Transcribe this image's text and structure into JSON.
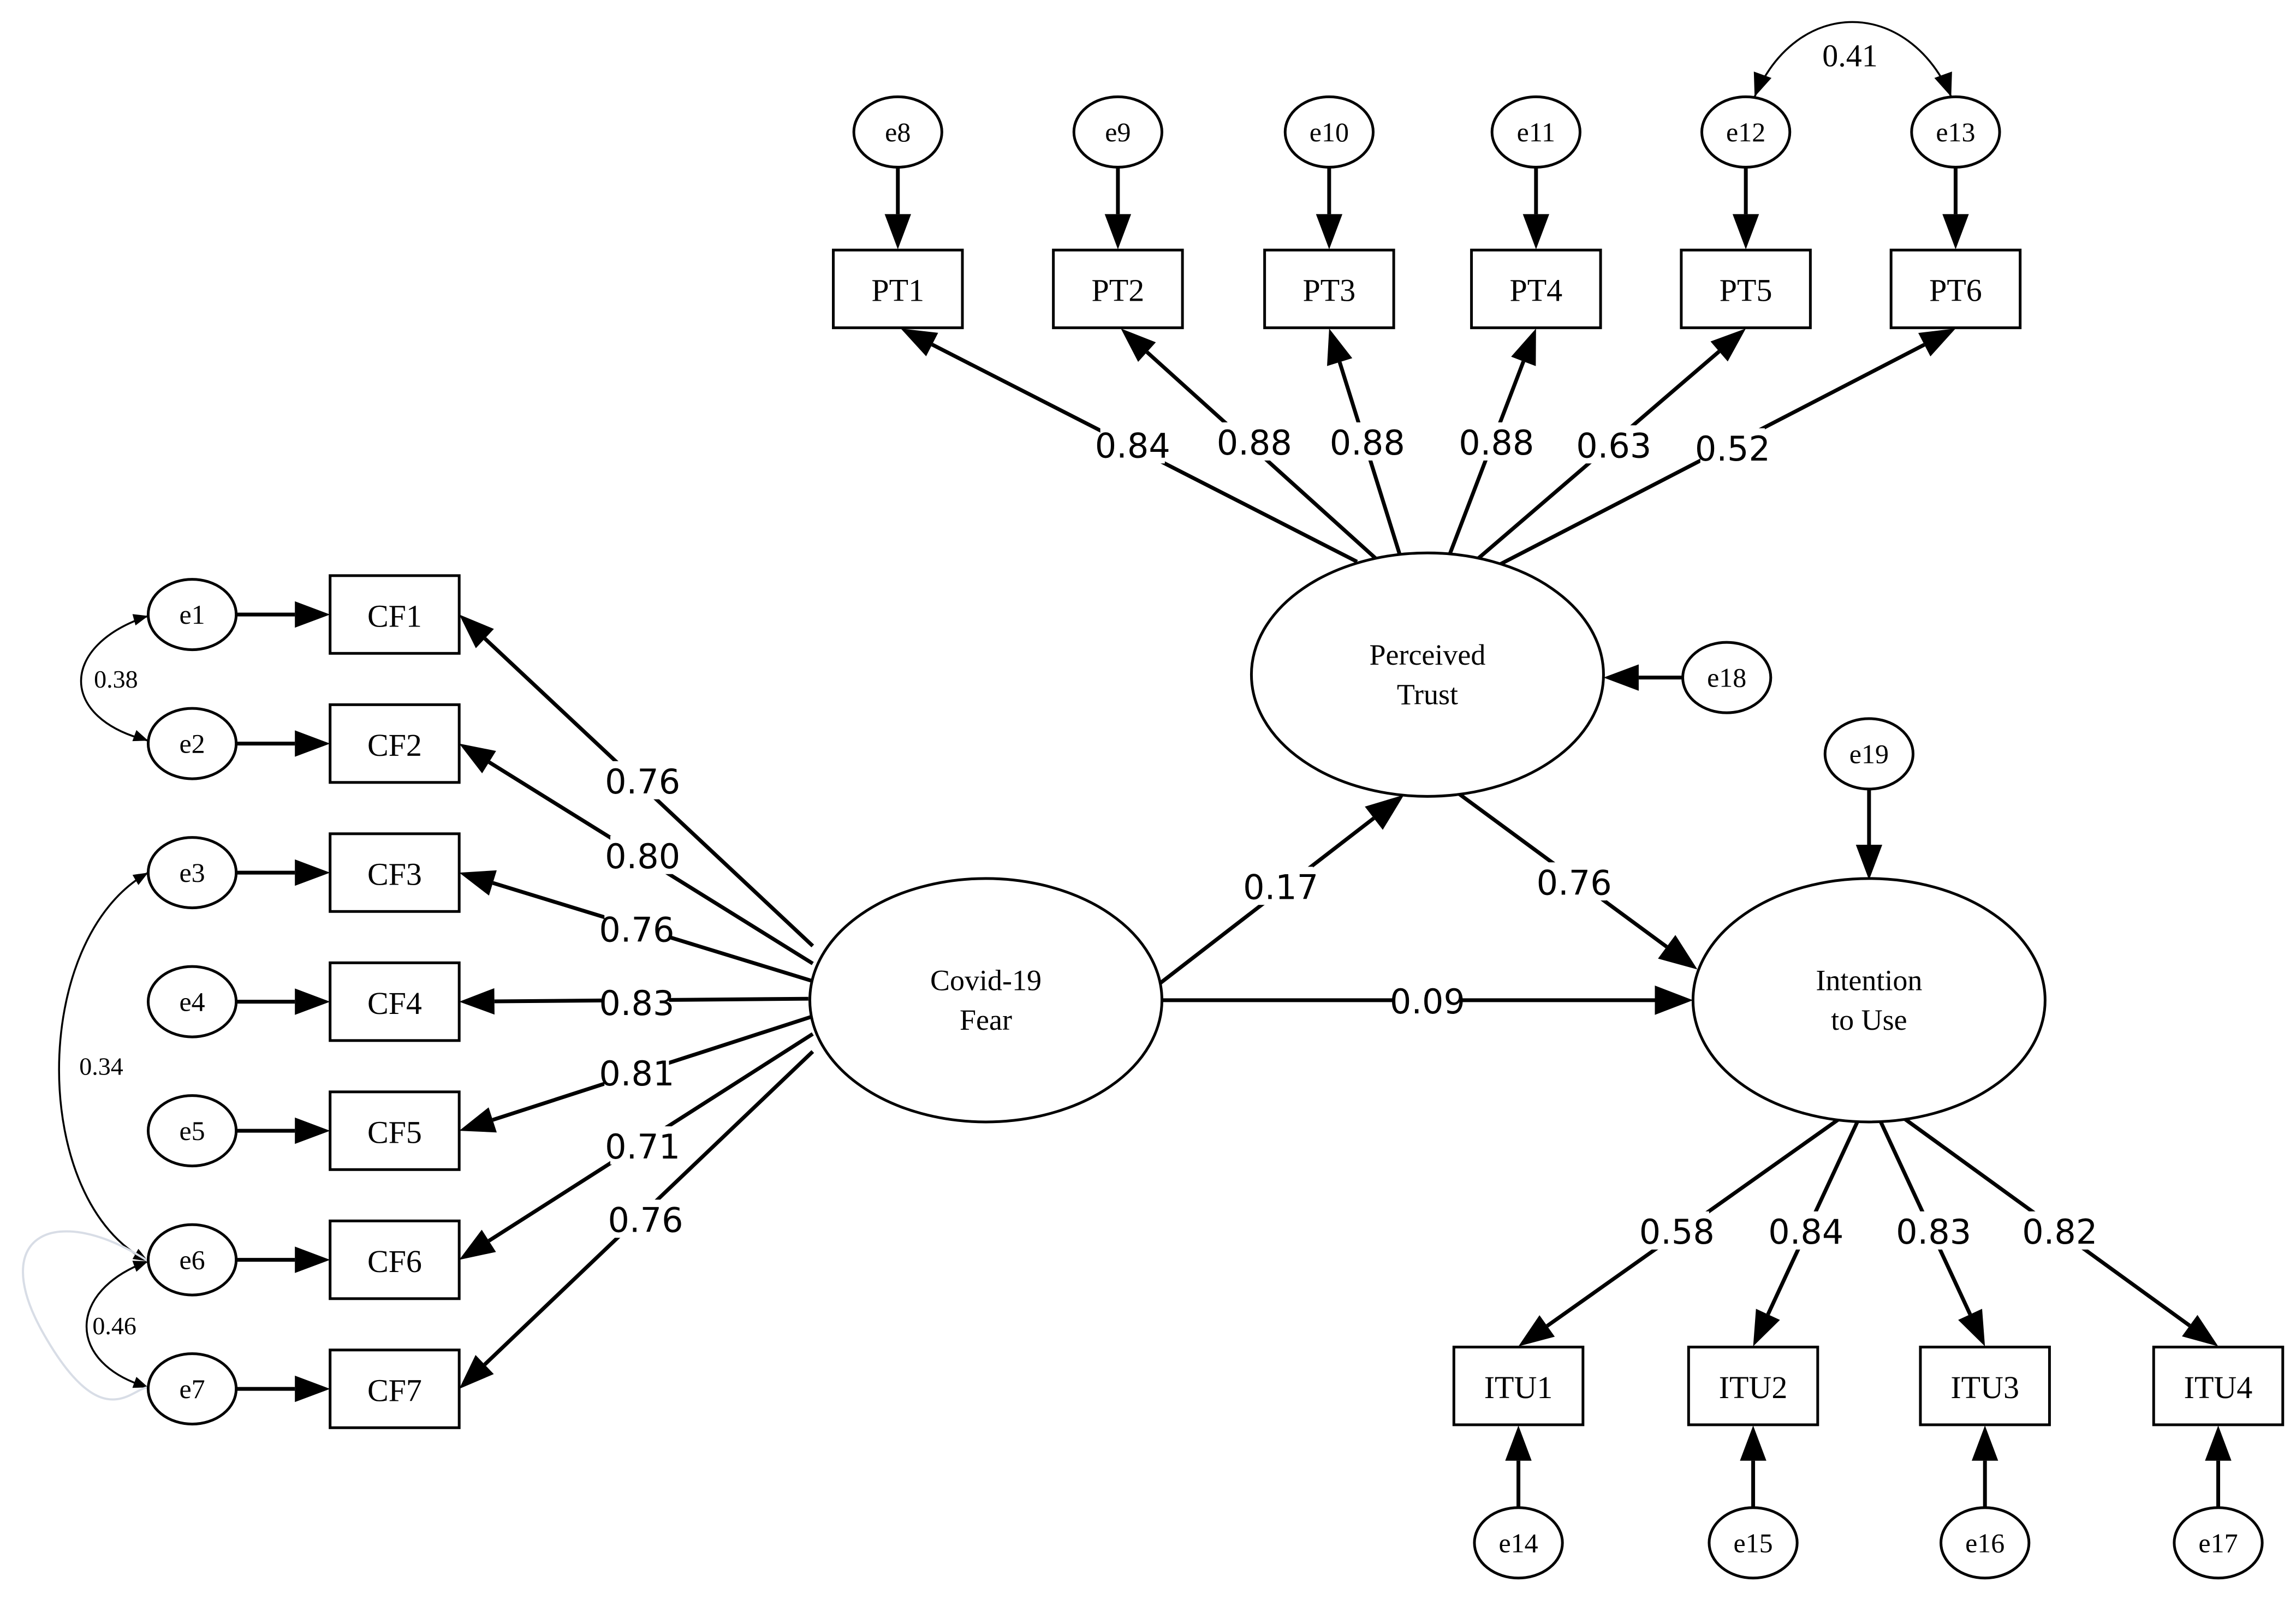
{
  "diagram": {
    "latent": {
      "covid_fear": [
        "Covid-19",
        "Fear"
      ],
      "perceived_trust": [
        "Perceived",
        "Trust"
      ],
      "intention_to_use": [
        "Intention",
        "to Use"
      ]
    },
    "cf_items": [
      "CF1",
      "CF2",
      "CF3",
      "CF4",
      "CF5",
      "CF6",
      "CF7"
    ],
    "cf_errors": [
      "e1",
      "e2",
      "e3",
      "e4",
      "e5",
      "e6",
      "e7"
    ],
    "cf_loadings": [
      "0.76",
      "0.80",
      "0.76",
      "0.83",
      "0.81",
      "0.71",
      "0.76"
    ],
    "pt_items": [
      "PT1",
      "PT2",
      "PT3",
      "PT4",
      "PT5",
      "PT6"
    ],
    "pt_errors": [
      "e8",
      "e9",
      "e10",
      "e11",
      "e12",
      "e13"
    ],
    "pt_loadings": [
      "0.84",
      "0.88",
      "0.88",
      "0.88",
      "0.63",
      "0.52"
    ],
    "itu_items": [
      "ITU1",
      "ITU2",
      "ITU3",
      "ITU4"
    ],
    "itu_errors": [
      "e14",
      "e15",
      "e16",
      "e17"
    ],
    "itu_loadings": [
      "0.58",
      "0.84",
      "0.83",
      "0.82"
    ],
    "structural_errors": {
      "trust": "e18",
      "intention": "e19"
    },
    "paths": {
      "fear_to_trust": "0.17",
      "fear_to_intention": "0.09",
      "trust_to_intention": "0.76"
    },
    "covariances": {
      "e1_e2": "0.38",
      "e3_e6": "0.34",
      "e6_e7": "0.46",
      "e12_e13": "0.41"
    }
  }
}
